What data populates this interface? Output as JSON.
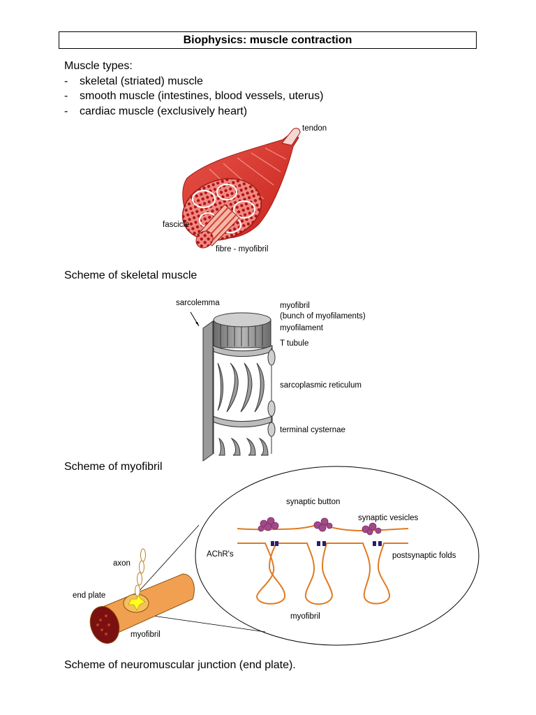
{
  "title": "Biophysics: muscle contraction",
  "muscle_types": {
    "heading": "Muscle types:",
    "items": [
      "skeletal (striated) muscle",
      "smooth muscle (intestines, blood vessels, uterus)",
      "cardiac muscle (exclusively heart)"
    ],
    "bullet": "-"
  },
  "figure1": {
    "labels": {
      "tendon": "tendon",
      "fascicle": "fascicle",
      "fibre": "fibre - myofibril"
    },
    "caption": "Scheme of skeletal muscle"
  },
  "figure2": {
    "labels": {
      "sarcolemma": "sarcolemma",
      "myofibril": "myofibril",
      "bunch": "(bunch of myofilaments)",
      "myofilament": "myofilament",
      "t_tubule": "T tubule",
      "sarcoplasmic": "sarcoplasmic reticulum",
      "terminal": "terminal cysternae"
    },
    "caption": "Scheme of myofibril"
  },
  "figure3": {
    "labels": {
      "synaptic_button": "synaptic button",
      "synaptic_vesicles": "synaptic vesicles",
      "achr": "AChR's",
      "postsynaptic": "postsynaptic folds",
      "myofibril_inner": "myofibril",
      "axon": "axon",
      "end_plate": "end plate",
      "myofibril_outer": "myofibril"
    },
    "caption": "Scheme of neuromuscular junction (end plate)."
  }
}
